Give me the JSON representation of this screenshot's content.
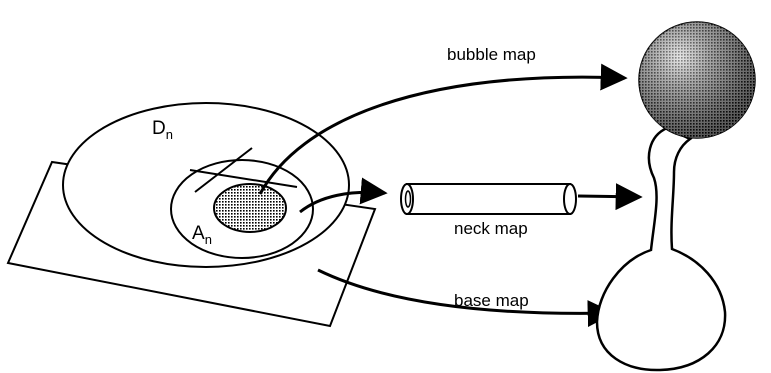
{
  "labels": {
    "bubble_map": "bubble map",
    "neck_map": "neck map",
    "base_map": "base map",
    "d_main": "D",
    "d_sub": "n",
    "a_main": "A",
    "a_sub": "n"
  }
}
